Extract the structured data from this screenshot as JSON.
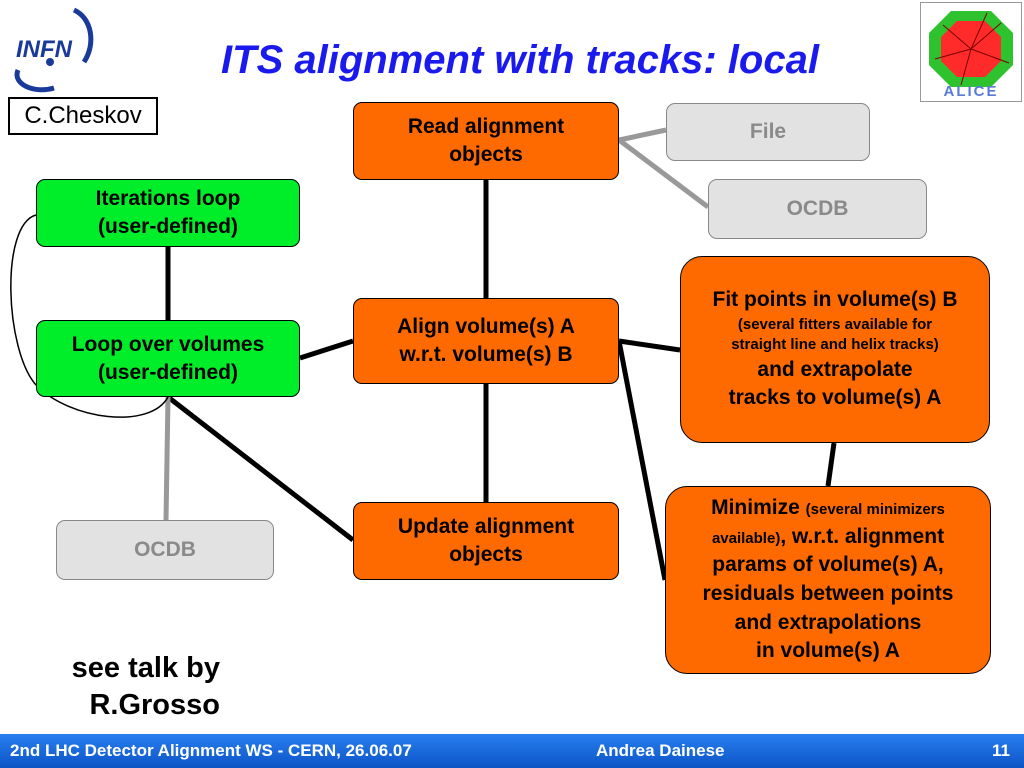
{
  "title": "ITS alignment with tracks: local",
  "author": "C.Cheskov",
  "logos": {
    "infn": "INFN",
    "alice": "ALICE"
  },
  "boxes": {
    "read_alignment": [
      "Read alignment",
      "objects"
    ],
    "file": "File",
    "ocdb_top": "OCDB",
    "iterations_loop": [
      "Iterations loop",
      "(user-defined)"
    ],
    "loop_volumes": [
      "Loop over volumes",
      "(user-defined)"
    ],
    "align_volume": [
      "Align volume(s) A",
      "w.r.t. volume(s) B"
    ],
    "update_alignment": [
      "Update alignment",
      "objects"
    ],
    "ocdb_bottom": "OCDB",
    "fit_points": {
      "l1": "Fit points in volume(s) B",
      "l2": "(several fitters available for",
      "l3": "straight line and helix tracks)",
      "l4": "and extrapolate",
      "l5": "tracks to volume(s) A"
    },
    "minimize": {
      "l1a": "Minimize",
      "l1b": "(several minimizers",
      "l2a": "available)",
      "l2b": ", w.r.t. alignment",
      "l3": "params of volume(s) A,",
      "l4": "residuals between points",
      "l5": "and extrapolations",
      "l6": "in volume(s) A"
    }
  },
  "note": [
    "see talk by",
    "R.Grosso"
  ],
  "footer": {
    "event": "2nd LHC Detector Alignment WS - CERN, 26.06.07",
    "presenter": "Andrea Dainese",
    "page": "11"
  },
  "colors": {
    "title": "#1a1aee",
    "orange": "#ff6a00",
    "green": "#00ee2a",
    "grey": "#e2e2e2",
    "footer": "#1f6fe0"
  }
}
